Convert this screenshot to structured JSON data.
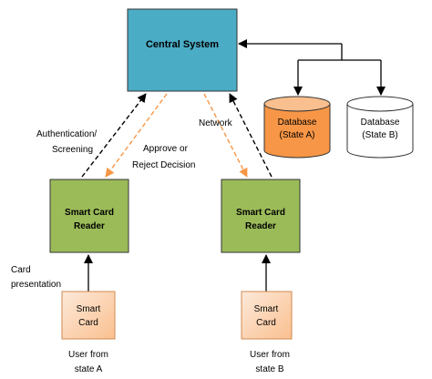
{
  "nodes": {
    "central_system": {
      "label": "Central System",
      "fill": "#4bacc6"
    },
    "database_a": {
      "line1": "Database",
      "line2": "(State A)",
      "fill": "#f79646"
    },
    "database_b": {
      "line1": "Database",
      "line2": "(State B)",
      "fill": "#ffffff"
    },
    "reader_left": {
      "line1": "Smart Card",
      "line2": "Reader",
      "fill": "#9bbb59"
    },
    "reader_right": {
      "line1": "Smart Card",
      "line2": "Reader",
      "fill": "#9bbb59"
    },
    "card_left": {
      "line1": "Smart",
      "line2": "Card",
      "fill": "#fcd5b5"
    },
    "card_right": {
      "line1": "Smart",
      "line2": "Card",
      "fill": "#fcd5b5"
    }
  },
  "labels": {
    "auth_line1": "Authentication/",
    "auth_line2": "Screening",
    "approve_line1": "Approve or",
    "approve_line2": "Reject Decision",
    "network": "Network",
    "card_presentation_line1": "Card",
    "card_presentation_line2": "presentation",
    "user_a_line1": "User from",
    "user_a_line2": "state A",
    "user_b_line1": "User from",
    "user_b_line2": "state B"
  },
  "colors": {
    "request_arrow": "#000000",
    "decision_arrow": "#f79646"
  }
}
